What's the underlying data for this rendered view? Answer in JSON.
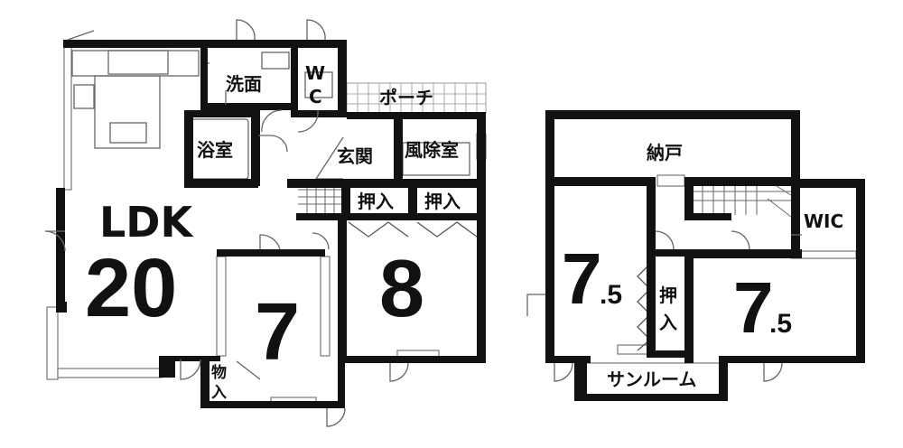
{
  "floor1": {
    "ldk_label": "LDK",
    "ldk_size": "20",
    "washroom": "洗面",
    "wc_top": "W",
    "wc_bottom": "C",
    "porch": "ポーチ",
    "bath": "浴室",
    "entrance": "玄関",
    "windbreak": "風除室",
    "closet_a": "押入",
    "closet_b": "押入",
    "room7": "7",
    "room8": "8",
    "storage_top": "物",
    "storage_bottom": "入"
  },
  "floor2": {
    "storeroom": "納戸",
    "wic": "WIC",
    "room_left_int": "7",
    "room_left_dec": ".5",
    "closet_top": "押",
    "closet_bottom": "入",
    "room_right_int": "7",
    "room_right_dec": ".5",
    "sunroom": "サンルーム"
  }
}
